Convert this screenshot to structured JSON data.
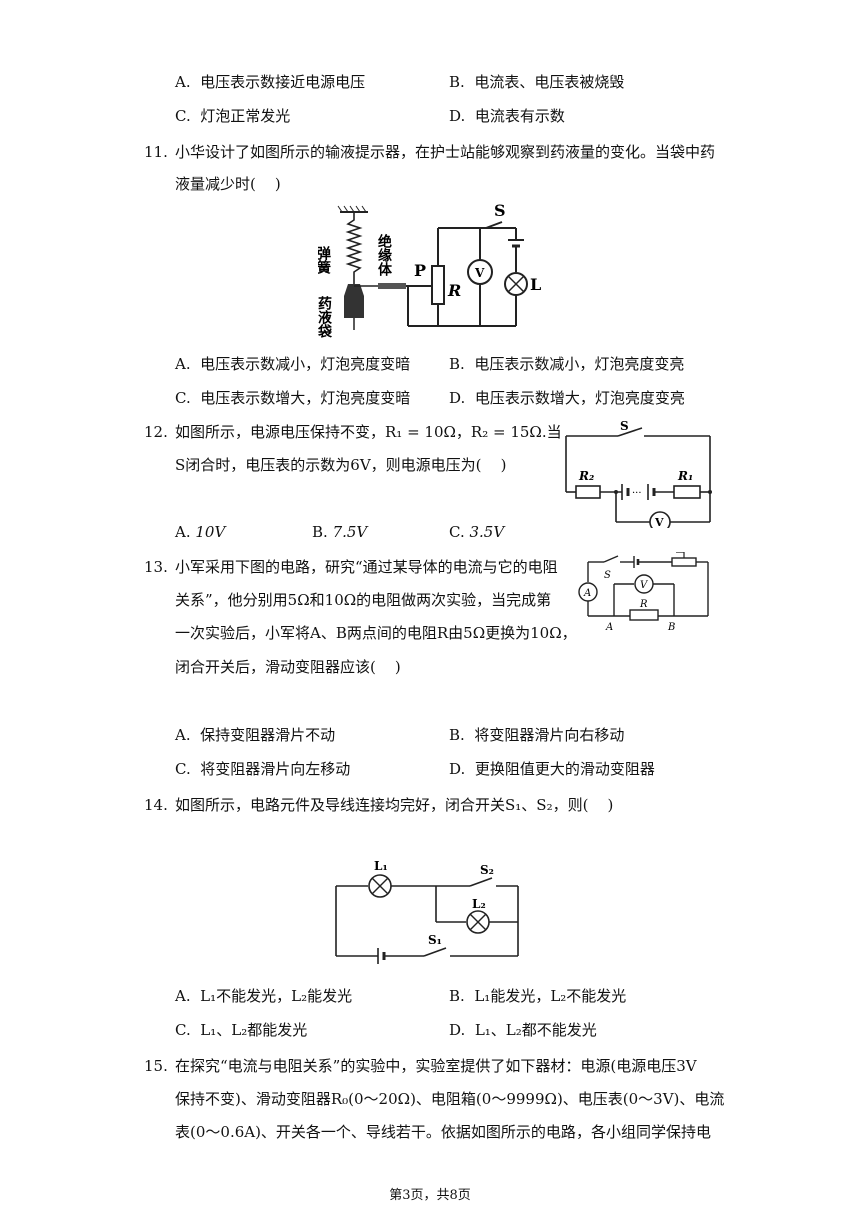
{
  "q10": {
    "options": [
      {
        "label": "A.",
        "text": "电压表示数接近电源电压"
      },
      {
        "label": "B.",
        "text": "电流表、电压表被烧毁"
      },
      {
        "label": "C.",
        "text": "灯泡正常发光"
      },
      {
        "label": "D.",
        "text": "电流表有示数"
      }
    ]
  },
  "q11": {
    "number": "11.",
    "lines": [
      "小华设计了如图所示的输液提示器，在护士站能够观察到药液量的变化。当袋中药",
      "液量减少时(    )"
    ],
    "figure": {
      "spring": "弹簧",
      "insulator": "绝缘体",
      "bag": "药液袋",
      "P": "P",
      "R": "R",
      "S": "S",
      "V": "V",
      "L": "L"
    },
    "options": [
      {
        "label": "A.",
        "text": "电压表示数减小，灯泡亮度变暗"
      },
      {
        "label": "B.",
        "text": "电压表示数减小，灯泡亮度变亮"
      },
      {
        "label": "C.",
        "text": "电压表示数增大，灯泡亮度变暗"
      },
      {
        "label": "D.",
        "text": "电压表示数增大，灯泡亮度变亮"
      }
    ]
  },
  "q12": {
    "number": "12.",
    "lines": [
      "如图所示，电源电压保持不变，R₁ = 10Ω，R₂ = 15Ω.当",
      "S闭合时，电压表的示数为6V，则电源电压为(    )"
    ],
    "figure": {
      "S": "S",
      "R2": "R₂",
      "R1": "R₁",
      "V": "V"
    },
    "options": [
      {
        "label": "A.",
        "text": "10V"
      },
      {
        "label": "B.",
        "text": "7.5V"
      },
      {
        "label": "C.",
        "text": "3.5V"
      }
    ]
  },
  "q13": {
    "number": "13.",
    "lines": [
      "小军采用下图的电路，研究“通过某导体的电流与它的电阻",
      "关系”，他分别用5Ω和10Ω的电阻做两次实验，当完成第",
      "一次实验后，小军将A、B两点间的电阻R由5Ω更换为10Ω，",
      "闭合开关后，滑动变阻器应该(    )"
    ],
    "figure": {
      "S": "S",
      "A_meter": "A",
      "V": "V",
      "R": "R",
      "A": "A",
      "B": "B"
    },
    "options": [
      {
        "label": "A.",
        "text": "保持变阻器滑片不动"
      },
      {
        "label": "B.",
        "text": "将变阻器滑片向右移动"
      },
      {
        "label": "C.",
        "text": "将变阻器滑片向左移动"
      },
      {
        "label": "D.",
        "text": "更换阻值更大的滑动变阻器"
      }
    ]
  },
  "q14": {
    "number": "14.",
    "lines": [
      "如图所示，电路元件及导线连接均完好，闭合开关S₁、S₂，则(    )"
    ],
    "figure": {
      "L1": "L₁",
      "L2": "L₂",
      "S1": "S₁",
      "S2": "S₂"
    },
    "options": [
      {
        "label": "A.",
        "text": "L₁不能发光，L₂能发光"
      },
      {
        "label": "B.",
        "text": "L₁能发光，L₂不能发光"
      },
      {
        "label": "C.",
        "text": "L₁、L₂都能发光"
      },
      {
        "label": "D.",
        "text": "L₁、L₂都不能发光"
      }
    ]
  },
  "q15": {
    "number": "15.",
    "lines": [
      "在探究“电流与电阻关系”的实验中，实验室提供了如下器材：电源(电源电压3V",
      "保持不变)、滑动变阻器R₀(0～20Ω)、电阻箱(0～9999Ω)、电压表(0～3V)、电流",
      "表(0～0.6A)、开关各一个、导线若干。依据如图所示的电路，各小组同学保持电"
    ]
  },
  "footer": "第3页，共8页"
}
